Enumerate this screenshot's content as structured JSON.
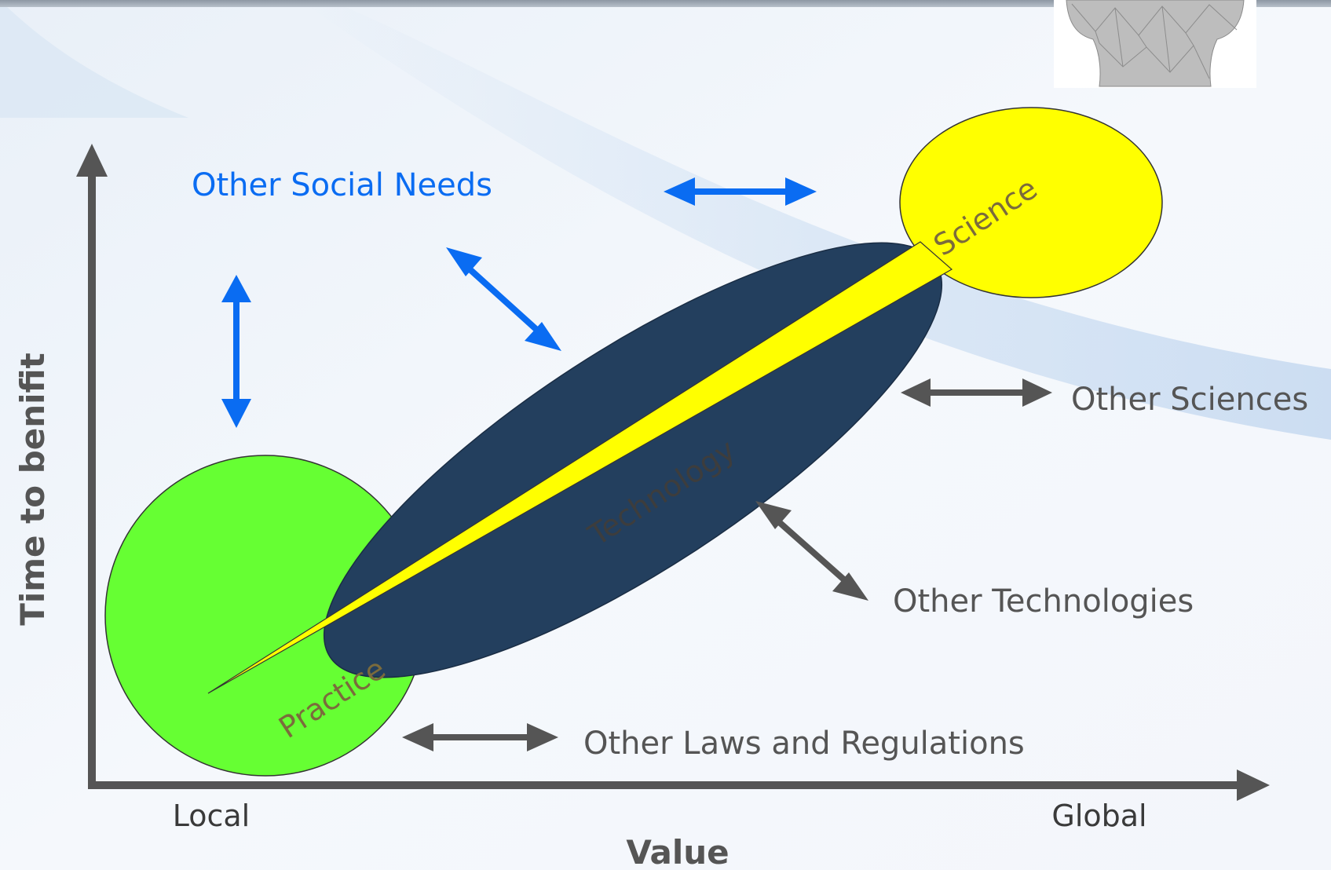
{
  "axes": {
    "y_label": "Time to benifit",
    "x_label": "Value",
    "x_left": "Local",
    "x_right": "Global"
  },
  "shapes": {
    "practice": "Practice",
    "technology": "Technology",
    "science": "Science"
  },
  "influences": {
    "social": "Other Social Needs",
    "sciences": "Other Sciences",
    "technologies": "Other Technologies",
    "laws": "Other Laws and Regulations"
  },
  "colors": {
    "blue_arrow": "#0a6cf2",
    "gray_arrow": "#555555",
    "practice": "#66ff33",
    "technology": "#233f5e",
    "science": "#ffff00",
    "axis": "#555555"
  }
}
